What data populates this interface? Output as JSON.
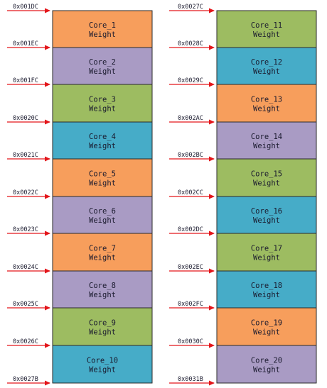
{
  "colors": {
    "orange": "#F79E5C",
    "purple": "#A99BC4",
    "green": "#9DBC61",
    "teal": "#46ACC8",
    "arrow": "#E3161B",
    "border": "#2a2a2a"
  },
  "columns": [
    {
      "addresses": [
        "0x001DC",
        "0x001EC",
        "0x001FC",
        "0x0020C",
        "0x0021C",
        "0x0022C",
        "0x0023C",
        "0x0024C",
        "0x0025C",
        "0x0026C",
        "0x0027B"
      ],
      "blocks": [
        {
          "line1": "Core_1",
          "line2": "Weight",
          "color": "orange"
        },
        {
          "line1": "Core_2",
          "line2": "Weight",
          "color": "purple"
        },
        {
          "line1": "Core_3",
          "line2": "Weight",
          "color": "green"
        },
        {
          "line1": "Core_4",
          "line2": "Weight",
          "color": "teal"
        },
        {
          "line1": "Core_5",
          "line2": "Weight",
          "color": "orange"
        },
        {
          "line1": "Core_6",
          "line2": "Weight",
          "color": "purple"
        },
        {
          "line1": "Core_7",
          "line2": "Weight",
          "color": "orange"
        },
        {
          "line1": "Core_8",
          "line2": "Weight",
          "color": "purple"
        },
        {
          "line1": "Core_9",
          "line2": "Weight",
          "color": "green"
        },
        {
          "line1": "Core_10",
          "line2": "Weight",
          "color": "teal"
        }
      ]
    },
    {
      "addresses": [
        "0x0027C",
        "0x0028C",
        "0x0029C",
        "0x002AC",
        "0x002BC",
        "0x002CC",
        "0x002DC",
        "0x002EC",
        "0x002FC",
        "0x0030C",
        "0x0031B"
      ],
      "blocks": [
        {
          "line1": "Core_11",
          "line2": "Weight",
          "color": "green"
        },
        {
          "line1": "Core_12",
          "line2": "Weight",
          "color": "teal"
        },
        {
          "line1": "Core_13",
          "line2": "Weight",
          "color": "orange"
        },
        {
          "line1": "Core_14",
          "line2": "Weight",
          "color": "purple"
        },
        {
          "line1": "Core_15",
          "line2": "Weight",
          "color": "green"
        },
        {
          "line1": "Core_16",
          "line2": "Weight",
          "color": "teal"
        },
        {
          "line1": "Core_17",
          "line2": "Weight",
          "color": "green"
        },
        {
          "line1": "Core_18",
          "line2": "Weight",
          "color": "teal"
        },
        {
          "line1": "Core_19",
          "line2": "Weight",
          "color": "orange"
        },
        {
          "line1": "Core_20",
          "line2": "Weight",
          "color": "purple"
        }
      ]
    }
  ]
}
